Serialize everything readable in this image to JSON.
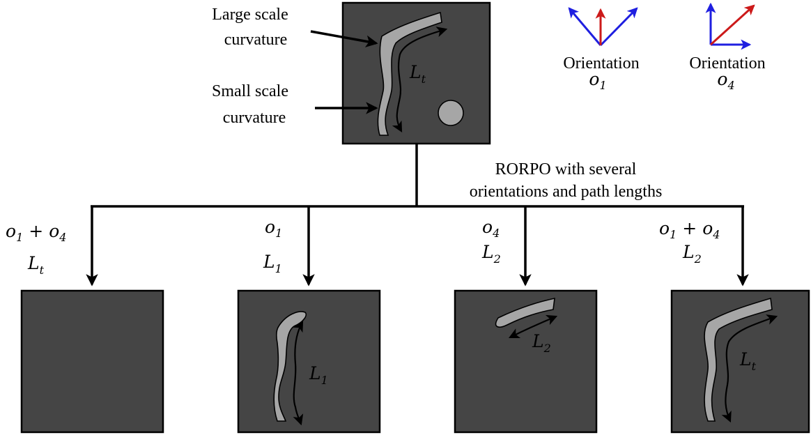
{
  "figure": {
    "annotations": {
      "large_scale": [
        "Large scale",
        "curvature"
      ],
      "small_scale": [
        "Small scale",
        "curvature"
      ],
      "rorpo": [
        "RORPO with several",
        "orientations and path lengths"
      ]
    },
    "path_length_symbol": "L",
    "input_path_sub": "t",
    "orientations": [
      {
        "label": "Orientation",
        "symbol": "o",
        "sub": "1"
      },
      {
        "label": "Orientation",
        "symbol": "o",
        "sub": "4"
      }
    ],
    "outputs": [
      {
        "o_first": "o",
        "o_first_sub": "1",
        "plus": "+",
        "o_second": "o",
        "o_second_sub": "4",
        "L": "L",
        "L_sub": "t",
        "content": "empty"
      },
      {
        "o_first": "o",
        "o_first_sub": "1",
        "plus": "",
        "o_second": "",
        "o_second_sub": "",
        "L": "L",
        "L_sub": "1",
        "content": "vertical-vessel"
      },
      {
        "o_first": "o",
        "o_first_sub": "4",
        "plus": "",
        "o_second": "",
        "o_second_sub": "",
        "L": "L",
        "L_sub": "2",
        "content": "tilted-vessel"
      },
      {
        "o_first": "o",
        "o_first_sub": "1",
        "plus": "+",
        "o_second": "o",
        "o_second_sub": "4",
        "L": "L",
        "L_sub": "2",
        "content": "full-vessel",
        "path_sub": "t"
      }
    ],
    "colors": {
      "image_background": "#454545",
      "vessel_fill": "#a6a6a6",
      "arrow_blue": "#1f1fe0",
      "arrow_red": "#cc1a1a"
    }
  }
}
